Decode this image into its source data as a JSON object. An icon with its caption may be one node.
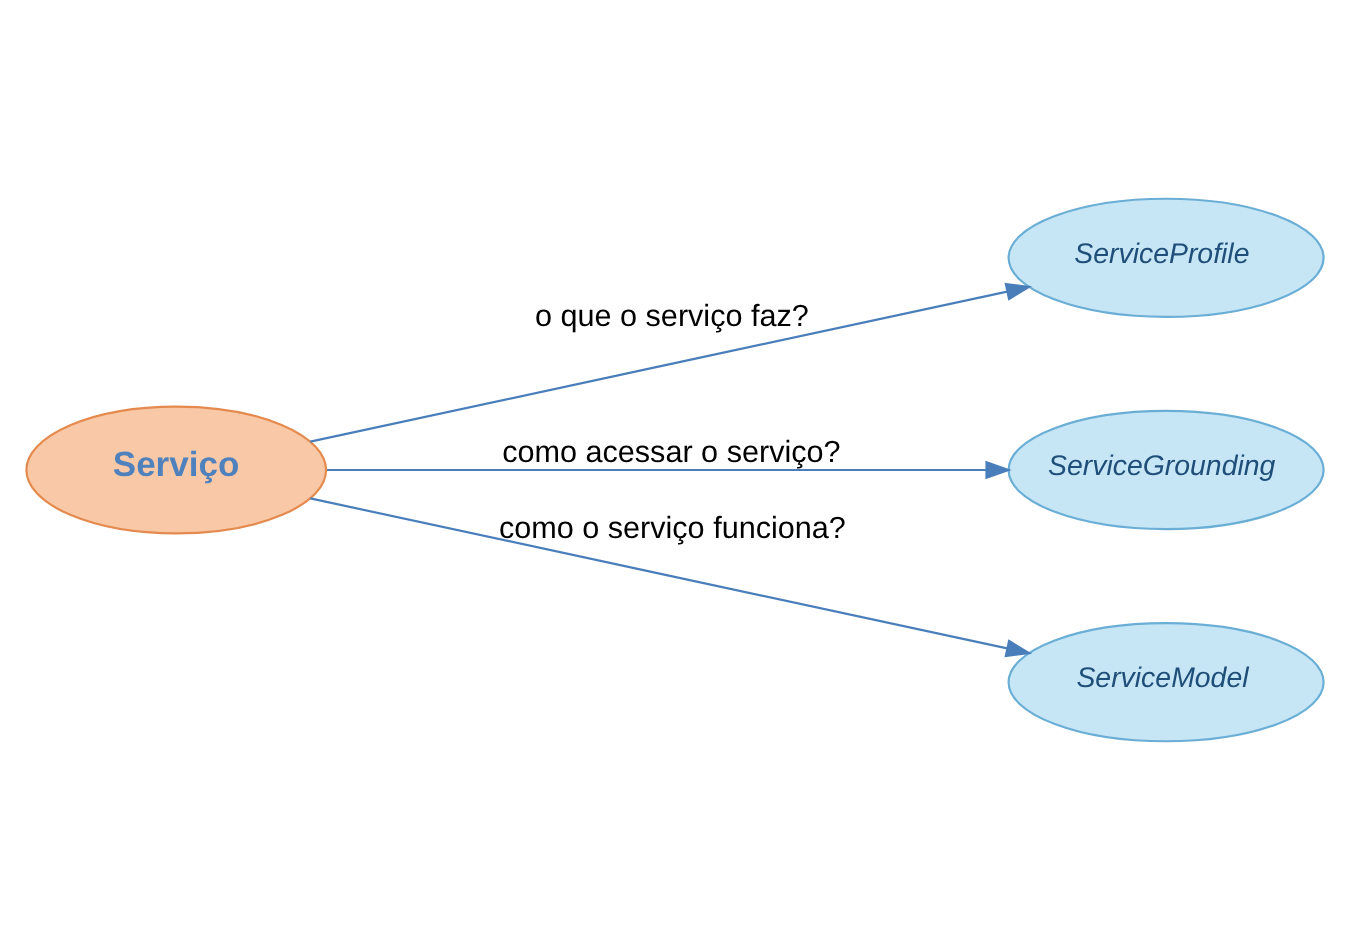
{
  "diagram": {
    "nodes": [
      {
        "text": [
          "Serviço"
        ]
      },
      {
        "text": [
          "ServiceProfile"
        ]
      },
      {
        "text": [
          "ServiceGrounding"
        ]
      },
      {
        "text": [
          "ServiceModel"
        ]
      }
    ],
    "edges": [
      {
        "from": 0,
        "to": 1,
        "arrow": "to",
        "label": "o que o serviço faz?"
      },
      {
        "from": 0,
        "to": 2,
        "arrow": "to",
        "label": "como acessar o serviço?"
      },
      {
        "from": 0,
        "to": 3,
        "arrow": "to",
        "label": "como o serviço funciona?"
      }
    ]
  }
}
